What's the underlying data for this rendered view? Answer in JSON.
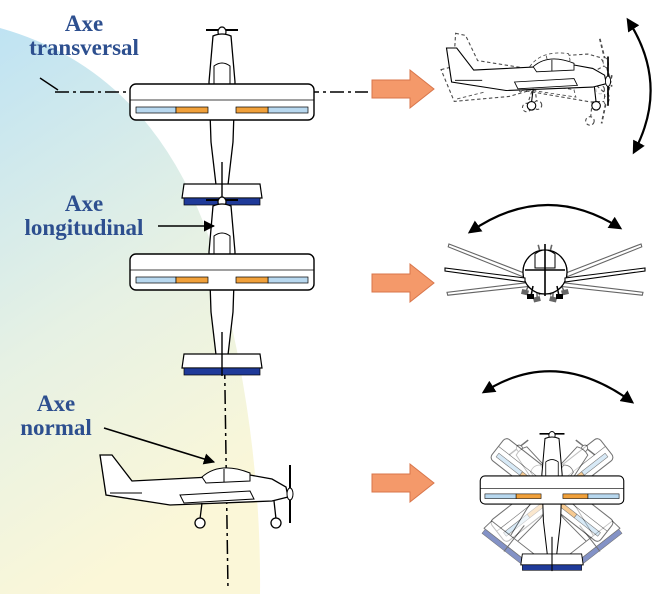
{
  "labels": {
    "transversal": {
      "line1": "Axe",
      "line2": "transversal"
    },
    "longitudinal": {
      "line1": "Axe",
      "line2": "longitudinal"
    },
    "normal": {
      "line1": "Axe",
      "line2": "normal"
    }
  },
  "colors": {
    "label_text": "#2d4f8f",
    "background_gradient_top": "#bfe3f3",
    "background_gradient_bottom": "#fbf7d8",
    "arrow_fill": "#f4996a",
    "aileron_orange": "#f0a03a",
    "aileron_blue": "#b8d8ef",
    "tail_blue": "#1f3a99",
    "line": "#000000"
  },
  "icons": {
    "arrows": "right-arrow-icon",
    "rotation": "curved-double-arrow-icon"
  }
}
